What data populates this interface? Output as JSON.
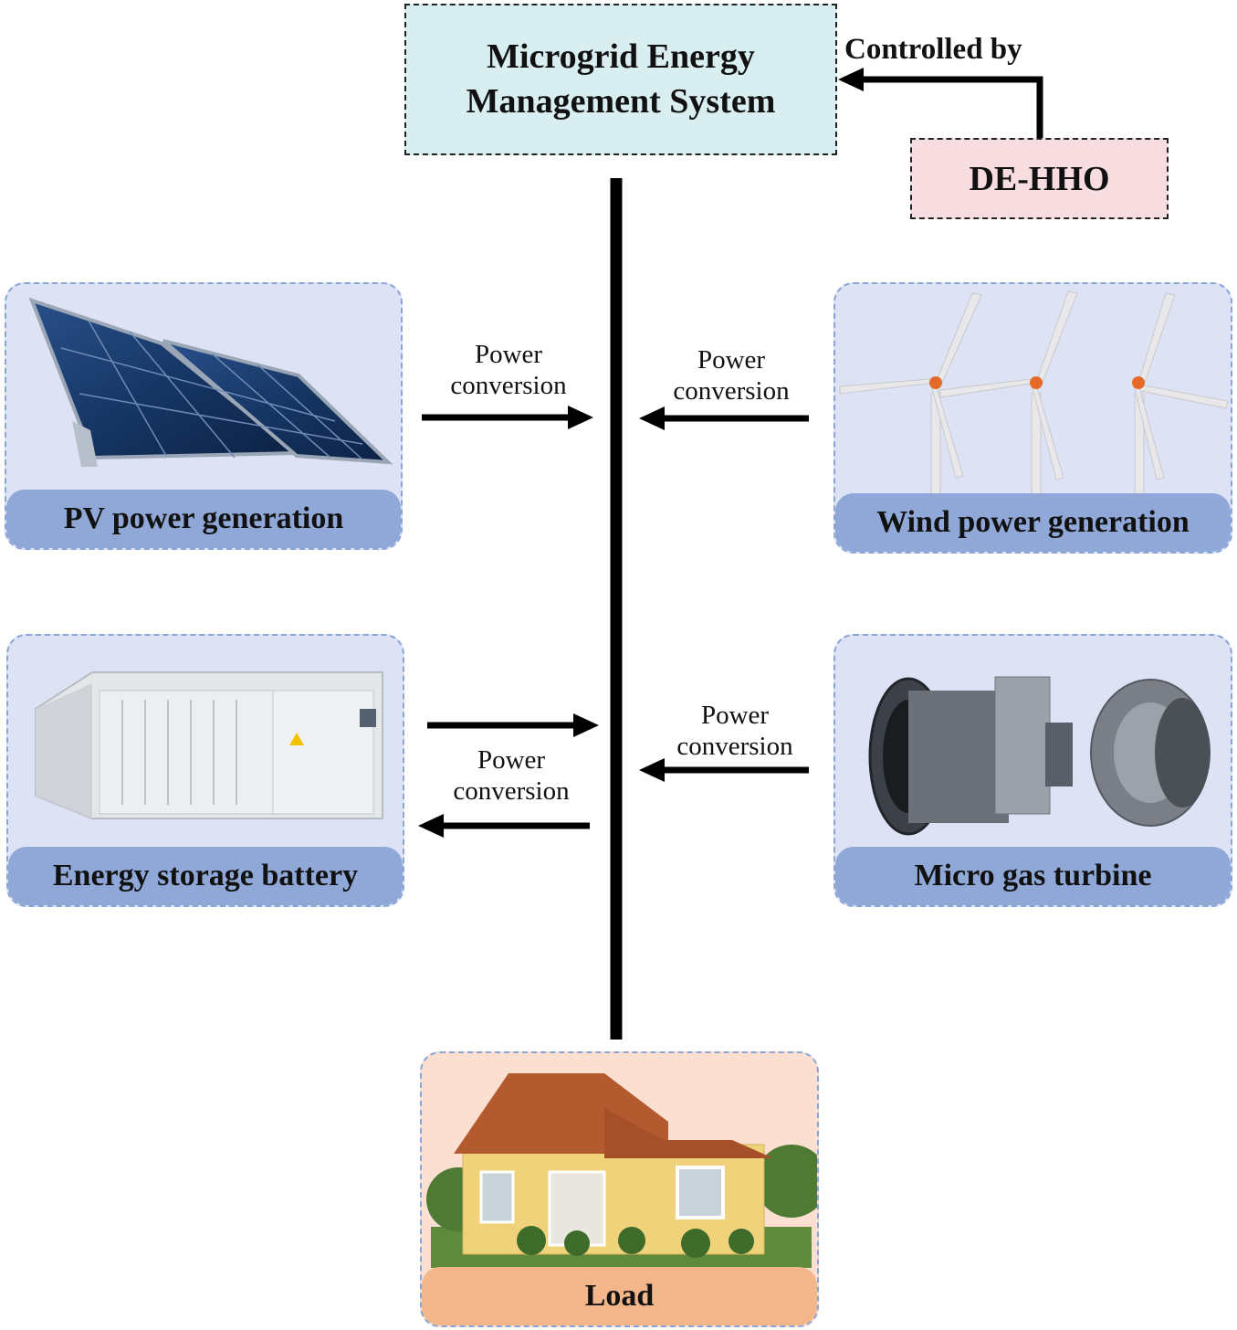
{
  "ems": {
    "line1": "Microgrid Energy",
    "line2": "Management System"
  },
  "controlled_by": "Controlled by",
  "optimizer": "DE-HHO",
  "sources": {
    "pv": "PV power generation",
    "wind": "Wind power generation",
    "battery": "Energy storage battery",
    "turbine": "Micro gas turbine",
    "load": "Load"
  },
  "arrow_label": {
    "line1": "Power",
    "line2": "conversion"
  },
  "colors": {
    "ems_fill": "#d9eef0",
    "optimizer_fill": "#f8dde0",
    "card_fill": "#dde3f4",
    "card_label": "#8fa8d8",
    "load_fill": "#fbe0d2",
    "load_label": "#f3b58a"
  }
}
